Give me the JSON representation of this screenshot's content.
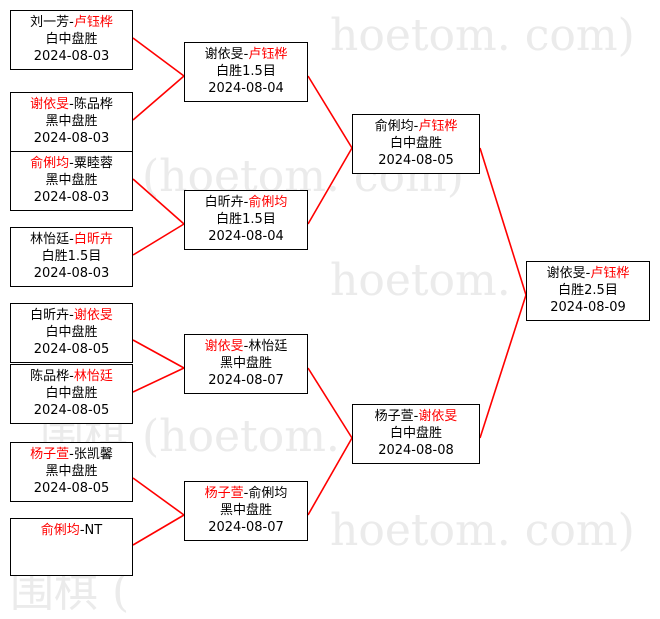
{
  "watermarks": [
    "围棋 (hoetom. com)",
    "围棋 (hoetom. com)",
    "hoetom. com)",
    "hoetom. com)",
    "hoetom. com)",
    "围棋 ("
  ],
  "colors": {
    "winner": "#ff0000",
    "loser": "#000000",
    "connector": "#ff0000",
    "border": "#000000",
    "background": "#ffffff",
    "watermark": "#ebebeb"
  },
  "matches": [
    {
      "id": "r1-m1",
      "p1": "刘一芳",
      "p2": "卢钰桦",
      "p1_color": "loser",
      "p2_color": "winner",
      "result": "白中盘胜",
      "date": "2024-08-03"
    },
    {
      "id": "r1-m2",
      "p1": "谢依旻",
      "p2": "陈品桦",
      "p1_color": "winner",
      "p2_color": "loser",
      "result": "黑中盘胜",
      "date": "2024-08-03"
    },
    {
      "id": "r1-m3",
      "p1": "俞俐均",
      "p2": "粟睦蓉",
      "p1_color": "winner",
      "p2_color": "loser",
      "result": "黑中盘胜",
      "date": "2024-08-03"
    },
    {
      "id": "r1-m4",
      "p1": "林怡廷",
      "p2": "白昕卉",
      "p1_color": "loser",
      "p2_color": "winner",
      "result": "白胜1.5目",
      "date": "2024-08-03"
    },
    {
      "id": "r1-m5",
      "p1": "白昕卉",
      "p2": "谢依旻",
      "p1_color": "loser",
      "p2_color": "winner",
      "result": "白中盘胜",
      "date": "2024-08-05"
    },
    {
      "id": "r1-m6",
      "p1": "陈品桦",
      "p2": "林怡廷",
      "p1_color": "loser",
      "p2_color": "winner",
      "result": "白中盘胜",
      "date": "2024-08-05"
    },
    {
      "id": "r1-m7",
      "p1": "杨子萱",
      "p2": "张凯馨",
      "p1_color": "winner",
      "p2_color": "loser",
      "result": "黑中盘胜",
      "date": "2024-08-05"
    },
    {
      "id": "r1-m8",
      "p1": "俞俐均",
      "p2": "NT",
      "p1_color": "winner",
      "p2_color": "loser",
      "result": "",
      "date": ""
    },
    {
      "id": "r2-m1",
      "p1": "谢依旻",
      "p2": "卢钰桦",
      "p1_color": "loser",
      "p2_color": "winner",
      "result": "白胜1.5目",
      "date": "2024-08-04"
    },
    {
      "id": "r2-m2",
      "p1": "白昕卉",
      "p2": "俞俐均",
      "p1_color": "loser",
      "p2_color": "winner",
      "result": "白胜1.5目",
      "date": "2024-08-04"
    },
    {
      "id": "r2-m3",
      "p1": "谢依旻",
      "p2": "林怡廷",
      "p1_color": "winner",
      "p2_color": "loser",
      "result": "黑中盘胜",
      "date": "2024-08-07"
    },
    {
      "id": "r2-m4",
      "p1": "杨子萱",
      "p2": "俞俐均",
      "p1_color": "winner",
      "p2_color": "loser",
      "result": "黑中盘胜",
      "date": "2024-08-07"
    },
    {
      "id": "r3-m1",
      "p1": "俞俐均",
      "p2": "卢钰桦",
      "p1_color": "loser",
      "p2_color": "winner",
      "result": "白中盘胜",
      "date": "2024-08-05"
    },
    {
      "id": "r3-m2",
      "p1": "杨子萱",
      "p2": "谢依旻",
      "p1_color": "loser",
      "p2_color": "winner",
      "result": "白中盘胜",
      "date": "2024-08-08"
    },
    {
      "id": "final",
      "p1": "谢依旻",
      "p2": "卢钰桦",
      "p1_color": "loser",
      "p2_color": "winner",
      "result": "白胜2.5目",
      "date": "2024-08-09"
    }
  ]
}
